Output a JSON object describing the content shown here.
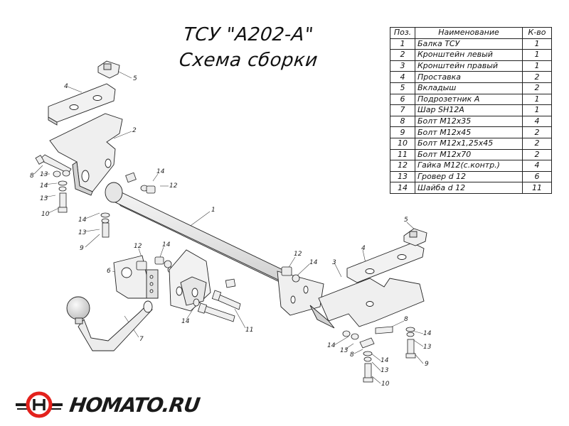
{
  "title_line1": "ТСУ \"А202-А\"",
  "title_line2": "Схема сборки",
  "table": {
    "headers": [
      "Поз.",
      "Наименование",
      "К-во"
    ],
    "rows": [
      {
        "pos": "1",
        "name": "Балка ТСУ",
        "qty": "1"
      },
      {
        "pos": "2",
        "name": "Кронштейн левый",
        "qty": "1"
      },
      {
        "pos": "3",
        "name": "Кронштейн правый",
        "qty": "1"
      },
      {
        "pos": "4",
        "name": "Проставка",
        "qty": "2"
      },
      {
        "pos": "5",
        "name": "Вкладыш",
        "qty": "2"
      },
      {
        "pos": "6",
        "name": "Подрозетник А",
        "qty": "1"
      },
      {
        "pos": "7",
        "name": "Шар SH12A",
        "qty": "1"
      },
      {
        "pos": "8",
        "name": "Болт М12х35",
        "qty": "4"
      },
      {
        "pos": "9",
        "name": "Болт М12х45",
        "qty": "2"
      },
      {
        "pos": "10",
        "name": "Болт М12х1,25х45",
        "qty": "2"
      },
      {
        "pos": "11",
        "name": "Болт М12х70",
        "qty": "2"
      },
      {
        "pos": "12",
        "name": "Гайка М12(с.контр.)",
        "qty": "4"
      },
      {
        "pos": "13",
        "name": "Гровер d 12",
        "qty": "6"
      },
      {
        "pos": "14",
        "name": "Шайба d 12",
        "qty": "11"
      }
    ]
  },
  "part_labels": [
    "1",
    "2",
    "3",
    "4",
    "4",
    "5",
    "5",
    "6",
    "7",
    "8",
    "8",
    "9",
    "9",
    "10",
    "10",
    "11",
    "12",
    "12",
    "12",
    "13",
    "13",
    "13",
    "13",
    "13",
    "14",
    "14",
    "14",
    "14",
    "14",
    "14",
    "14"
  ],
  "logo": {
    "text": "HOMATO.RU",
    "colors": {
      "ring": "#e3211c",
      "dark": "#1a1a1a"
    }
  }
}
